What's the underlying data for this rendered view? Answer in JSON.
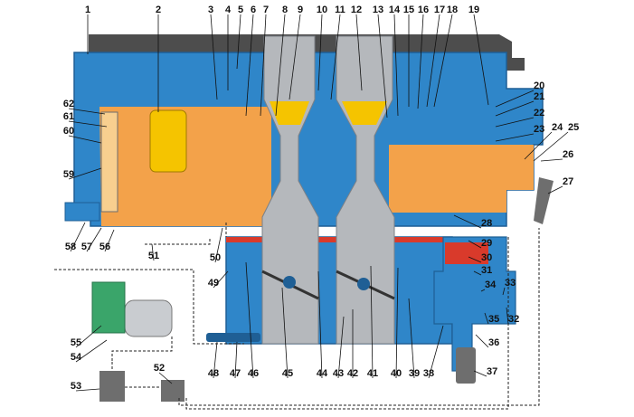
{
  "diagram": {
    "colors": {
      "body": "#2f86c9",
      "body_dark": "#1f5f95",
      "fuel": "#f3a24a",
      "fuel_light": "#f8cf8f",
      "casting": "#6e6e6e",
      "passage_grey": "#b5b8bc",
      "jet_yellow": "#f5c400",
      "red": "#d93a2b",
      "top_cover": "#4d4d4d"
    },
    "top_callouts": [
      "1",
      "2",
      "3",
      "4",
      "5",
      "6",
      "7",
      "8",
      "9",
      "10",
      "11",
      "12",
      "13",
      "14",
      "15",
      "16",
      "17",
      "18",
      "19"
    ],
    "right_callouts": [
      "20",
      "21",
      "22",
      "23",
      "24",
      "25",
      "26",
      "27",
      "28",
      "29",
      "30",
      "31",
      "33",
      "34",
      "35",
      "32",
      "36",
      "37"
    ],
    "bottom_callouts": [
      "38",
      "39",
      "40",
      "41",
      "42",
      "43",
      "44",
      "45",
      "46",
      "47",
      "48"
    ],
    "left_callouts": [
      "62",
      "61",
      "60",
      "59",
      "58",
      "57",
      "56",
      "51",
      "50",
      "49",
      "55",
      "54",
      "53",
      "52"
    ]
  }
}
